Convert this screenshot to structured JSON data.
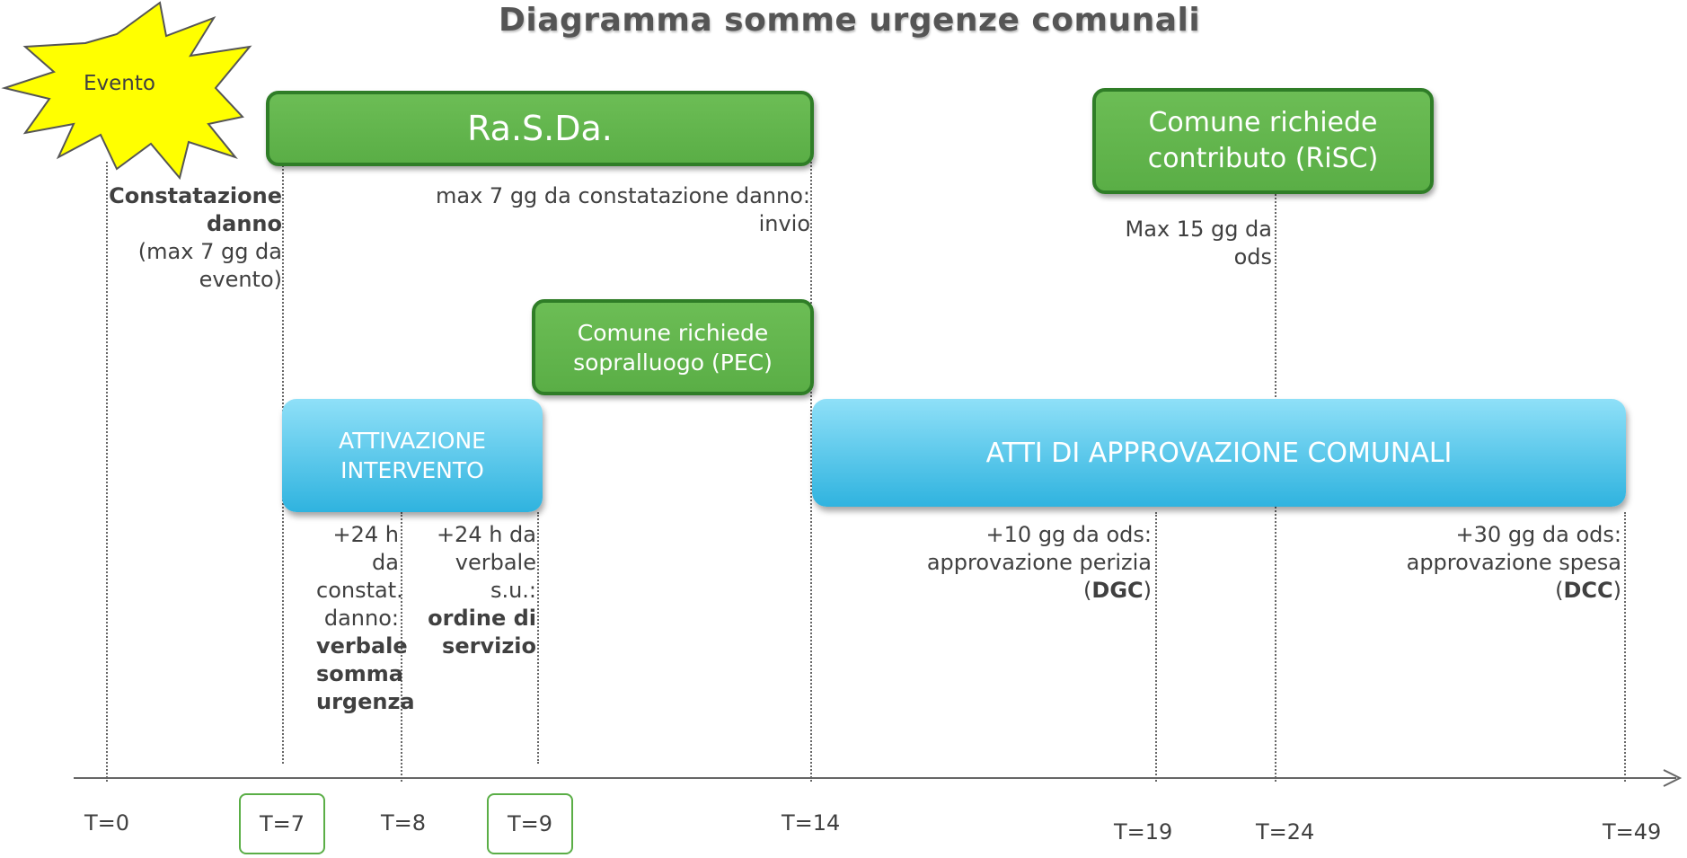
{
  "title": "Diagramma somme urgenze comunali",
  "event_label": "Evento",
  "boxes": {
    "rasda": "Ra.S.Da.",
    "contributo": "Comune richiede contributo (RiSC)",
    "sopralluogo": "Comune richiede sopralluogo (PEC)",
    "attivazione": "ATTIVAZIONE INTERVENTO",
    "atti": "ATTI DI APPROVAZIONE COMUNALI"
  },
  "annotations": {
    "constatazione_bold": "Constatazione danno",
    "constatazione_rest": "(max 7 gg da evento)",
    "rasda_note": "max 7 gg da constatazione danno: invio",
    "risc_note": "Max 15 gg da ods",
    "verbale_pre": "+24 h da constat. danno:",
    "verbale_bold": "verbale somma urgenza",
    "ordine_pre": "+24 h da verbale s.u.:",
    "ordine_bold": "ordine di servizio",
    "dgc_pre": "+10 gg da ods: approvazione perizia",
    "dgc_bold": "DGC",
    "dcc_pre": "+30 gg da ods: approvazione spesa",
    "dcc_bold": "DCC",
    "open_paren": "(",
    "close_paren": ")"
  },
  "ticks": [
    "T=0",
    "T=7",
    "T=8",
    "T=9",
    "T=14",
    "T=19",
    "T=24",
    "T=49"
  ],
  "colors": {
    "green_fill": "#5fb34a",
    "green_border": "#2f7d27",
    "blue_fill": "#3bbbe3",
    "star_fill": "#ffff00"
  }
}
